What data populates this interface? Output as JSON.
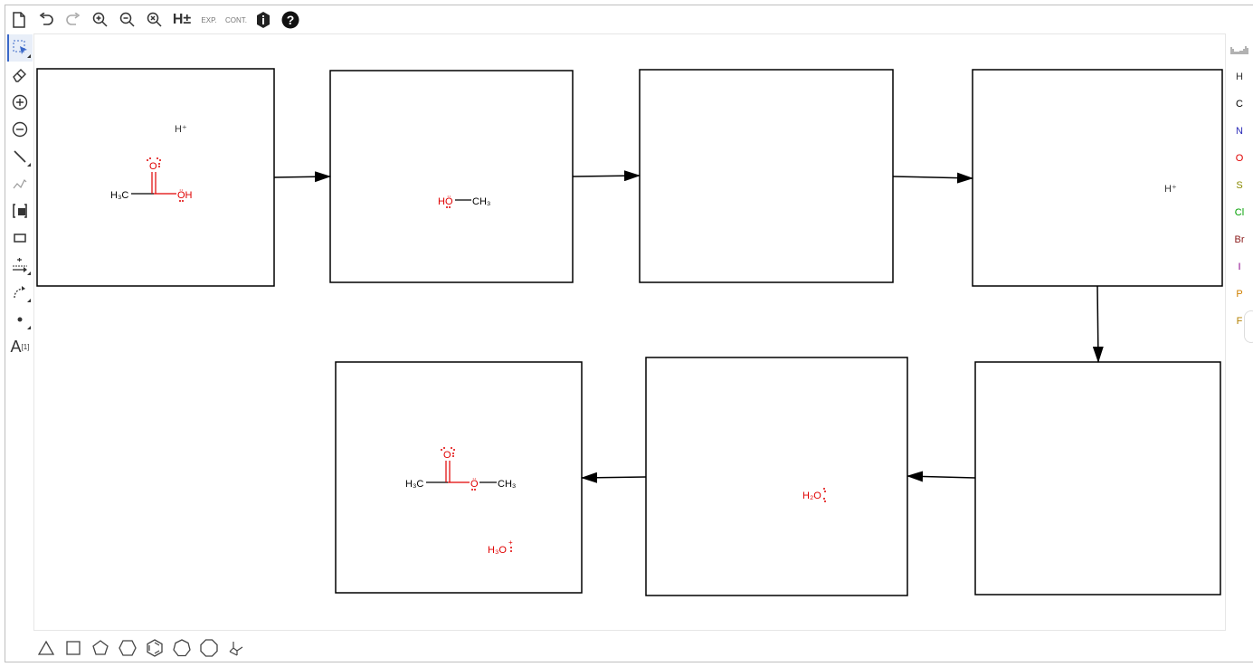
{
  "top_toolbar": {
    "buttons": [
      {
        "id": "new",
        "icon": "new-document-icon"
      },
      {
        "id": "undo",
        "icon": "undo-icon"
      },
      {
        "id": "redo",
        "icon": "redo-icon"
      },
      {
        "id": "zoom-in",
        "icon": "zoom-in-icon"
      },
      {
        "id": "zoom-out",
        "icon": "zoom-out-icon"
      },
      {
        "id": "zoom-reset",
        "icon": "zoom-reset-icon"
      },
      {
        "id": "hydrogens",
        "label": "H±"
      },
      {
        "id": "expand",
        "label": "EXP."
      },
      {
        "id": "contract",
        "label": "CONT."
      },
      {
        "id": "info",
        "icon": "info-icon"
      },
      {
        "id": "help",
        "icon": "help-icon"
      }
    ]
  },
  "left_tools": [
    {
      "id": "select",
      "icon": "select-icon",
      "active": true
    },
    {
      "id": "erase",
      "icon": "eraser-icon"
    },
    {
      "id": "charge-plus",
      "icon": "plus-charge-icon"
    },
    {
      "id": "charge-minus",
      "icon": "minus-charge-icon"
    },
    {
      "id": "bond",
      "icon": "bond-icon"
    },
    {
      "id": "chain",
      "icon": "chain-icon"
    },
    {
      "id": "bracket",
      "icon": "bracket-icon"
    },
    {
      "id": "shape",
      "icon": "rectangle-icon"
    },
    {
      "id": "reaction-arrow",
      "icon": "reaction-arrow-icon"
    },
    {
      "id": "curly-arrow",
      "icon": "curly-arrow-icon"
    },
    {
      "id": "electron",
      "icon": "electron-dot-icon"
    },
    {
      "id": "text",
      "label": "A",
      "sup": "[1]"
    }
  ],
  "right_atoms": [
    {
      "symbol": "H",
      "color": "#333333"
    },
    {
      "symbol": "C",
      "color": "#000000"
    },
    {
      "symbol": "N",
      "color": "#2b2bb8"
    },
    {
      "symbol": "O",
      "color": "#e00000"
    },
    {
      "symbol": "S",
      "color": "#8a8a00"
    },
    {
      "symbol": "Cl",
      "color": "#00a000"
    },
    {
      "symbol": "Br",
      "color": "#8a1a1a"
    },
    {
      "symbol": "I",
      "color": "#8b008b"
    },
    {
      "symbol": "P",
      "color": "#d08000"
    },
    {
      "symbol": "F",
      "color": "#b38000"
    }
  ],
  "bottom_rings": [
    "triangle",
    "square",
    "pentagon",
    "hexagon",
    "benzene",
    "heptagon",
    "octagon",
    "cyclohexane-chair"
  ],
  "canvas": {
    "box1": {
      "catalyst": "H⁺",
      "methyl": "H₃C",
      "oh": "ÖH",
      "o": "O"
    },
    "box2": {
      "ho": "HÖ",
      "ch3": "CH₃"
    },
    "box4": {
      "catalyst": "H⁺"
    },
    "box6": {
      "water": "H₂O"
    },
    "box7": {
      "h3c": "H₃C",
      "o_ester": "Ö",
      "ch3": "CH₃",
      "o_carbonyl": "O",
      "hydronium": "H₃O"
    }
  },
  "colors": {
    "oxygen": "#e00000",
    "carbon": "#000000",
    "toolbar_icon": "#444444",
    "accent": "#3a68c8"
  }
}
